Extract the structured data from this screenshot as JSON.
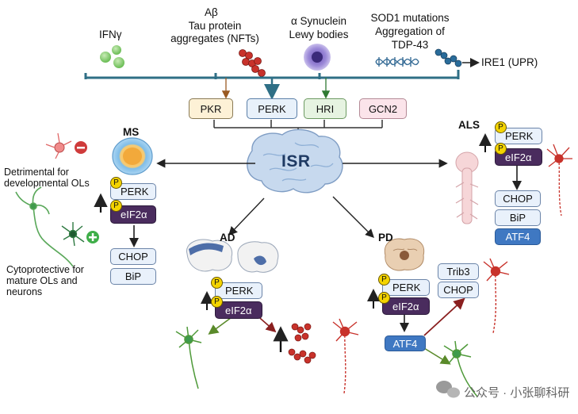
{
  "top": {
    "ifn": "IFNγ",
    "ab_line1": "Aβ",
    "ab_line2": "Tau protein",
    "ab_line3": "aggregates (NFTs)",
    "syn_line1": "α Synuclein",
    "syn_line2": "Lewy bodies",
    "sod_line1": "SOD1 mutations",
    "sod_line2": "Aggregation of",
    "sod_line3": "TDP-43",
    "ire1": "IRE1 (UPR)"
  },
  "kinases": {
    "pkr": "PKR",
    "perk": "PERK",
    "hri": "HRI",
    "gcn2": "GCN2"
  },
  "center": {
    "isr": "ISR"
  },
  "ms": {
    "title": "MS",
    "detrimental_line1": "Detrimental for",
    "detrimental_line2": "developmental OLs",
    "cyto_line1": "Cytoprotective for",
    "cyto_line2": "mature OLs and",
    "cyto_line3": "neurons",
    "perk": "PERK",
    "eif2a": "eIF2α",
    "chop": "CHOP",
    "bip": "BiP"
  },
  "als": {
    "title": "ALS",
    "perk": "PERK",
    "eif2a": "eIF2α",
    "chop": "CHOP",
    "bip": "BiP",
    "atf4": "ATF4"
  },
  "ad": {
    "title": "AD",
    "perk": "PERK",
    "eif2a": "eIF2α"
  },
  "pd": {
    "title": "PD",
    "perk": "PERK",
    "eif2a": "eIF2α",
    "atf4": "ATF4",
    "trib3": "Trib3",
    "chop": "CHOP"
  },
  "phospho": "P",
  "watermark": {
    "text": "公众号 · 小张聊科研"
  },
  "colors": {
    "pathway_line": "#2f6f86",
    "eif_fill": "#4a2c5e",
    "atf4_fill": "#3f78c2",
    "phospho": "#f4d400",
    "neuron_green": "#3f9a4c",
    "neuron_red": "#c8322b",
    "aggregate_red": "#c8322b"
  }
}
